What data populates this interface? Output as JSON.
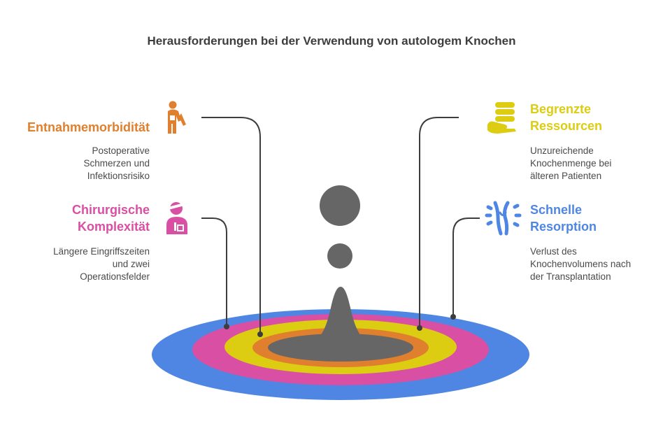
{
  "title": "Herausforderungen bei der Verwendung von autologem Knochen",
  "colors": {
    "orange": "#e07f2d",
    "pink": "#d94fa3",
    "yellow": "#dccd13",
    "blue": "#4f86e3",
    "gray": "#666666",
    "connector": "#3d3d3d"
  },
  "items": [
    {
      "heading_lines": [
        "Entnahmemorbidität"
      ],
      "description_lines": [
        "Postoperative",
        "Schmerzen und",
        "Infektionsrisiko"
      ],
      "icon": "injured-person-icon",
      "color": "#e07f2d"
    },
    {
      "heading_lines": [
        "Chirurgische",
        "Komplexität"
      ],
      "description_lines": [
        "Längere Eingriffszeiten",
        "und zwei",
        "Operationsfelder"
      ],
      "icon": "bandaged-patient-icon",
      "color": "#d94fa3"
    },
    {
      "heading_lines": [
        "Begrenzte",
        "Ressourcen"
      ],
      "description_lines": [
        "Unzureichende",
        "Knochenmenge bei",
        "älteren Patienten"
      ],
      "icon": "coins-in-hand-icon",
      "color": "#dccd13"
    },
    {
      "heading_lines": [
        "Schnelle",
        "Resorption"
      ],
      "description_lines": [
        "Verlust des",
        "Knochenvolumens nach",
        "der Transplantation"
      ],
      "icon": "bone-joint-icon",
      "color": "#4f86e3"
    }
  ]
}
